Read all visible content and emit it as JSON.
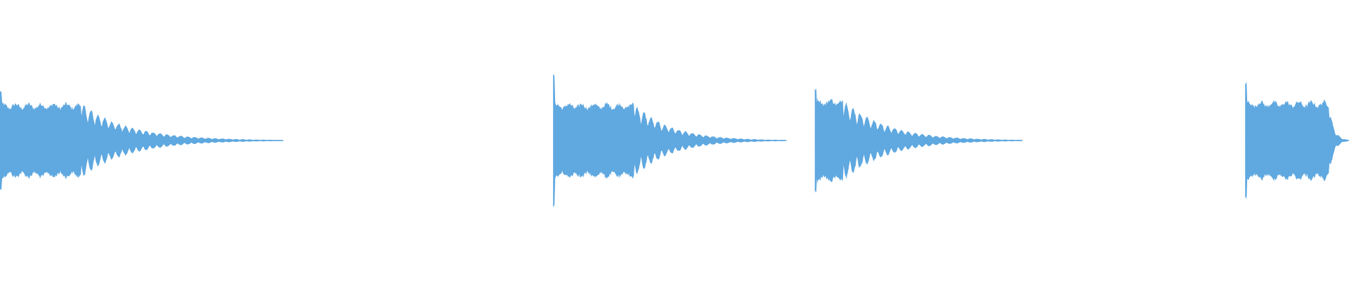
{
  "waveform": {
    "color": "#5FA8E0",
    "background": "#FFFFFF",
    "clips": [
      {
        "start": 0.0,
        "end": 0.21,
        "peak": 0.62,
        "body": 0.52,
        "decay_start": 0.06,
        "onset_spike": 0.7
      },
      {
        "start": 0.41,
        "end": 0.583,
        "peak": 0.9,
        "body": 0.52,
        "decay_start": 0.47,
        "onset_spike": 0.92
      },
      {
        "start": 0.604,
        "end": 0.758,
        "peak": 0.72,
        "body": 0.58,
        "decay_start": 0.625,
        "onset_spike": 0.74
      },
      {
        "start": 0.923,
        "end": 1.0,
        "peak": 0.8,
        "body": 0.55,
        "decay_start": 0.985,
        "onset_spike": 0.82
      }
    ]
  }
}
